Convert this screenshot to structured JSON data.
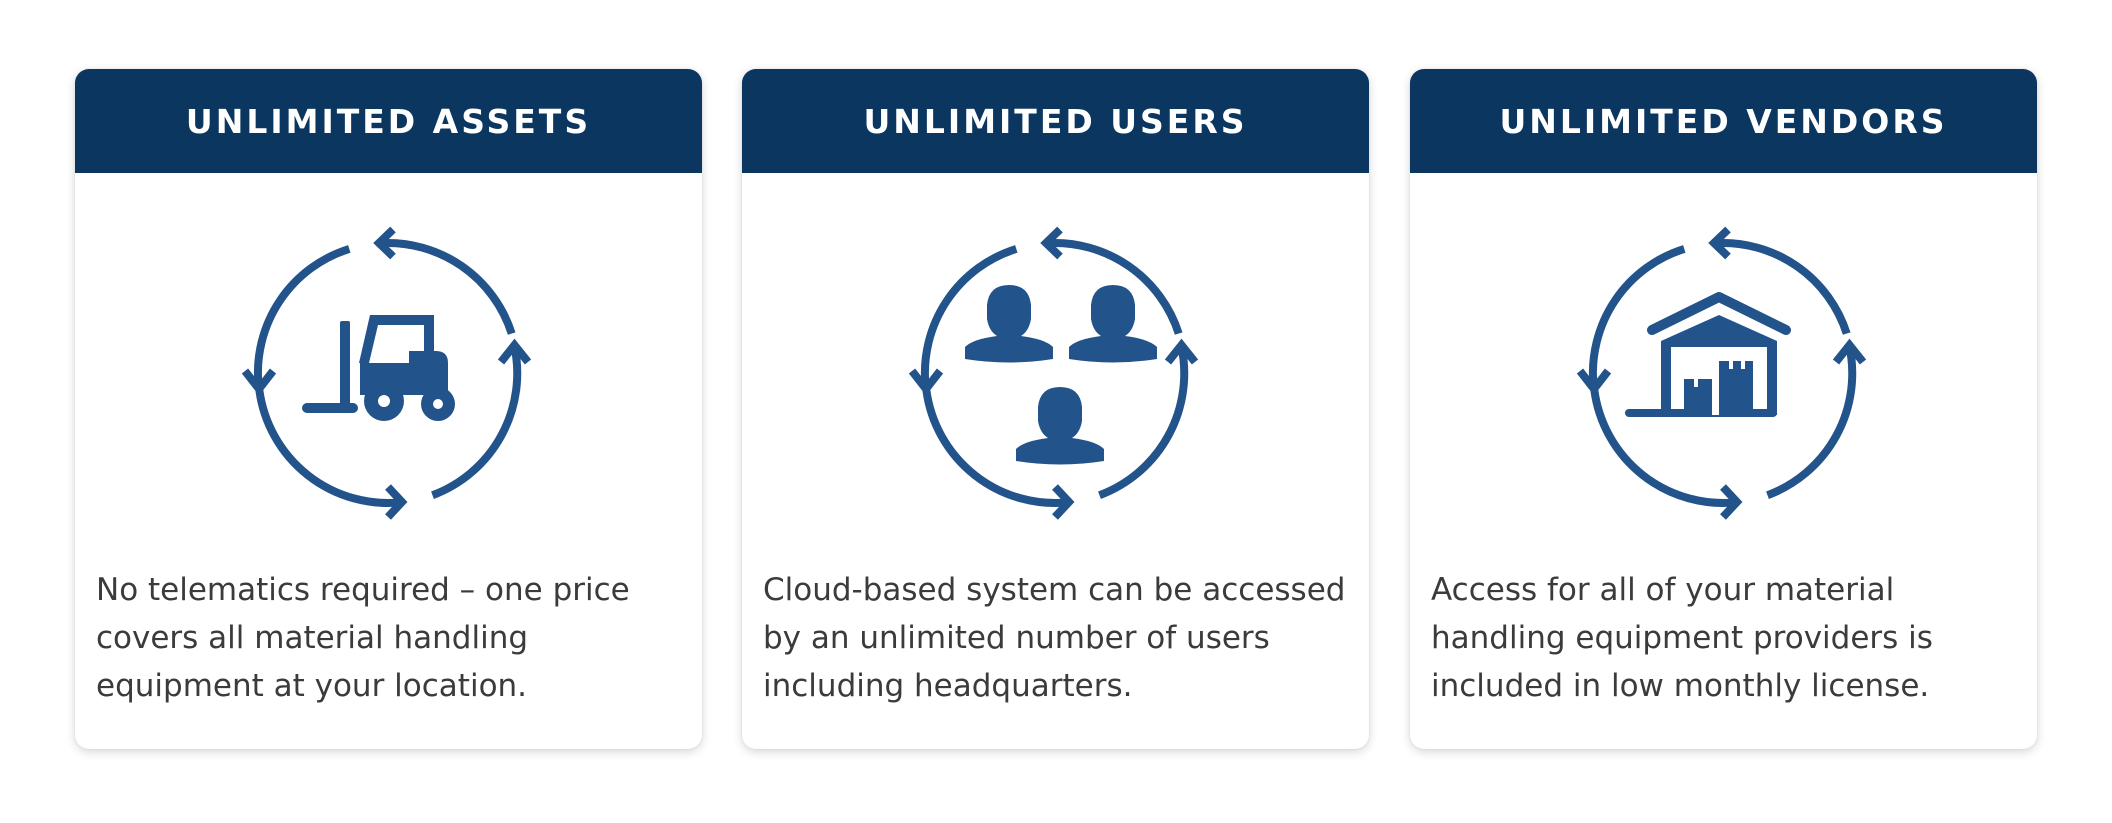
{
  "colors": {
    "header_bg": "#0b365f",
    "icon": "#22538a",
    "body_text": "#3b3b3b"
  },
  "cards": [
    {
      "title": "UNLIMITED ASSETS",
      "icon": "forklift-cycle-icon",
      "description": "No telematics required – one price covers all material handling equipment at your location."
    },
    {
      "title": "UNLIMITED USERS",
      "icon": "users-cycle-icon",
      "description": "Cloud-based system can be accessed by an unlimited number of users including headquarters."
    },
    {
      "title": "UNLIMITED VENDORS",
      "icon": "warehouse-cycle-icon",
      "description": "Access for all of your material handling equipment providers is included in low monthly license."
    }
  ]
}
